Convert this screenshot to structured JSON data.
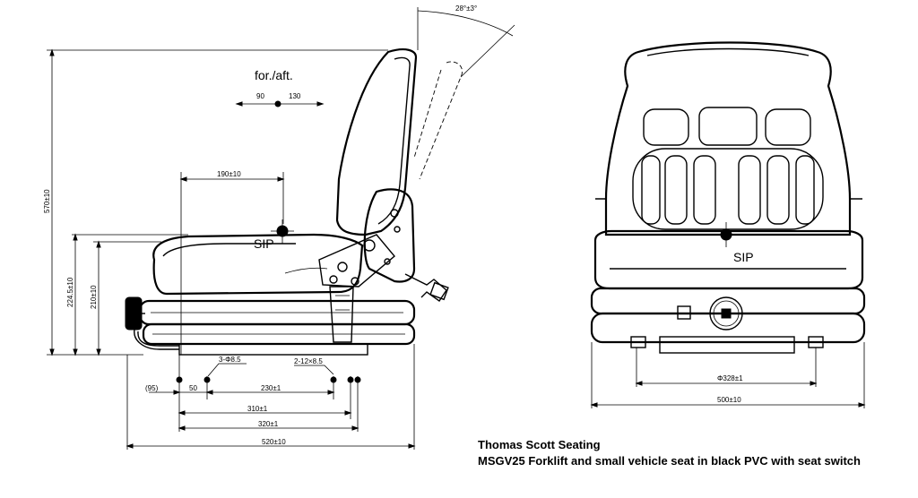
{
  "labels": {
    "fore_aft": "for./aft.",
    "fore_aft_min": "90",
    "fore_aft_max": "130",
    "sip_side": "SIP",
    "sip_front": "SIP",
    "back_angle": "28°±3°"
  },
  "dimensions": {
    "height_total": "570±10",
    "height_seat": "224.5±10",
    "height_cushion": "210±10",
    "sip_offset": "190±10",
    "hole_a": "3-Φ8.5",
    "hole_b": "2-12×8.5",
    "d95": "(95)",
    "d50": "50",
    "d230": "230±1",
    "d310": "310±1",
    "d320": "320±1",
    "d520": "520±10",
    "d328": "Φ328±1",
    "d500": "500±10"
  },
  "caption": {
    "company": "Thomas Scott Seating",
    "description": "MSGV25 Forklift and small vehicle seat in black PVC with seat switch"
  }
}
